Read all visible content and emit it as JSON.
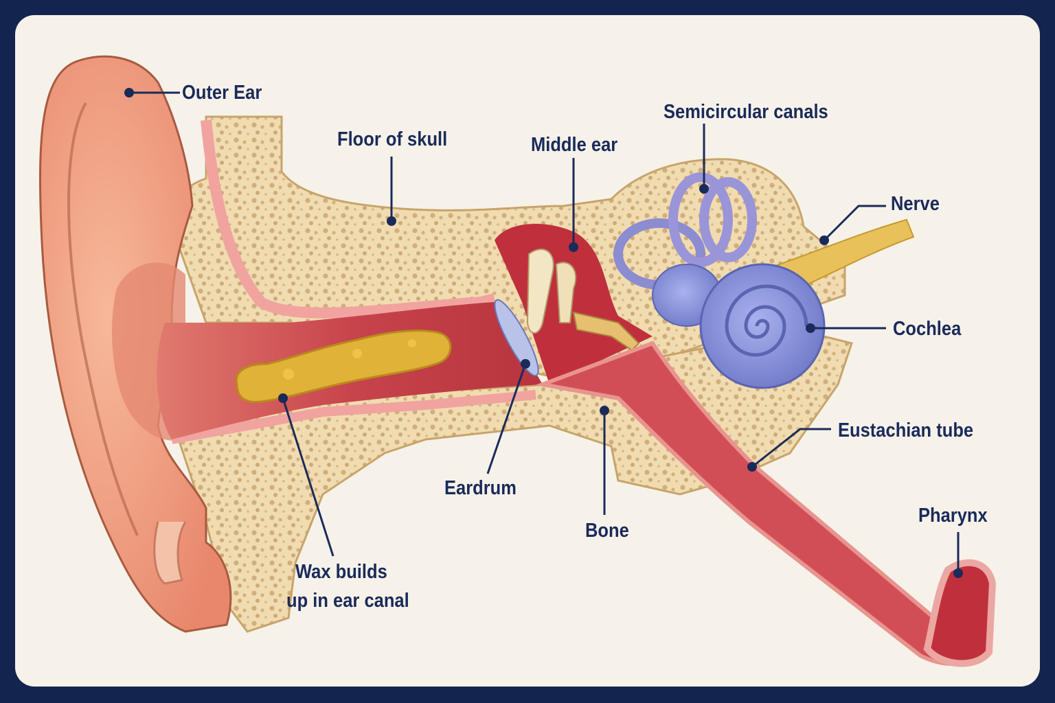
{
  "labels": {
    "outer_ear": "Outer Ear",
    "floor_of_skull": "Floor of skull",
    "middle_ear": "Middle ear",
    "semicircular_canals": "Semicircular canals",
    "nerve": "Nerve",
    "cochlea": "Cochlea",
    "eustachian_tube": "Eustachian tube",
    "pharynx": "Pharynx",
    "eardrum": "Eardrum",
    "bone": "Bone",
    "wax_line1": "Wax builds",
    "wax_line2": "up in ear canal"
  },
  "colors": {
    "background": "#13244f",
    "panel": "#f6f2ea",
    "label_text": "#1a2a5a",
    "skin": "#f2a888",
    "bone": "#f0dcb0",
    "canal": "#c8444c",
    "wax": "#e0b238",
    "cochlea": "#8b93d8",
    "nerve": "#e8c15a"
  }
}
